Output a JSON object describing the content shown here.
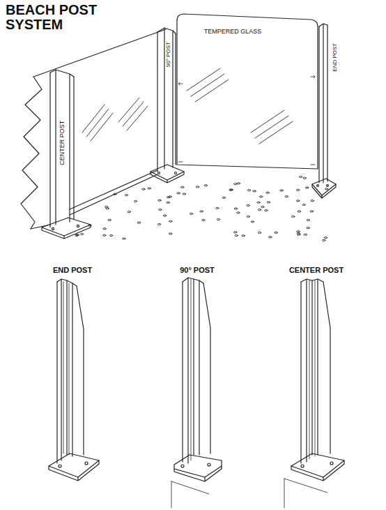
{
  "diagram": {
    "title": "BEACH POST SYSTEM",
    "labels": [
      "CENTER POST",
      "90° POST",
      "TEMPERED GLASS",
      "END POST",
      "END POST",
      "90° POST",
      "CENTER POST"
    ]
  }
}
